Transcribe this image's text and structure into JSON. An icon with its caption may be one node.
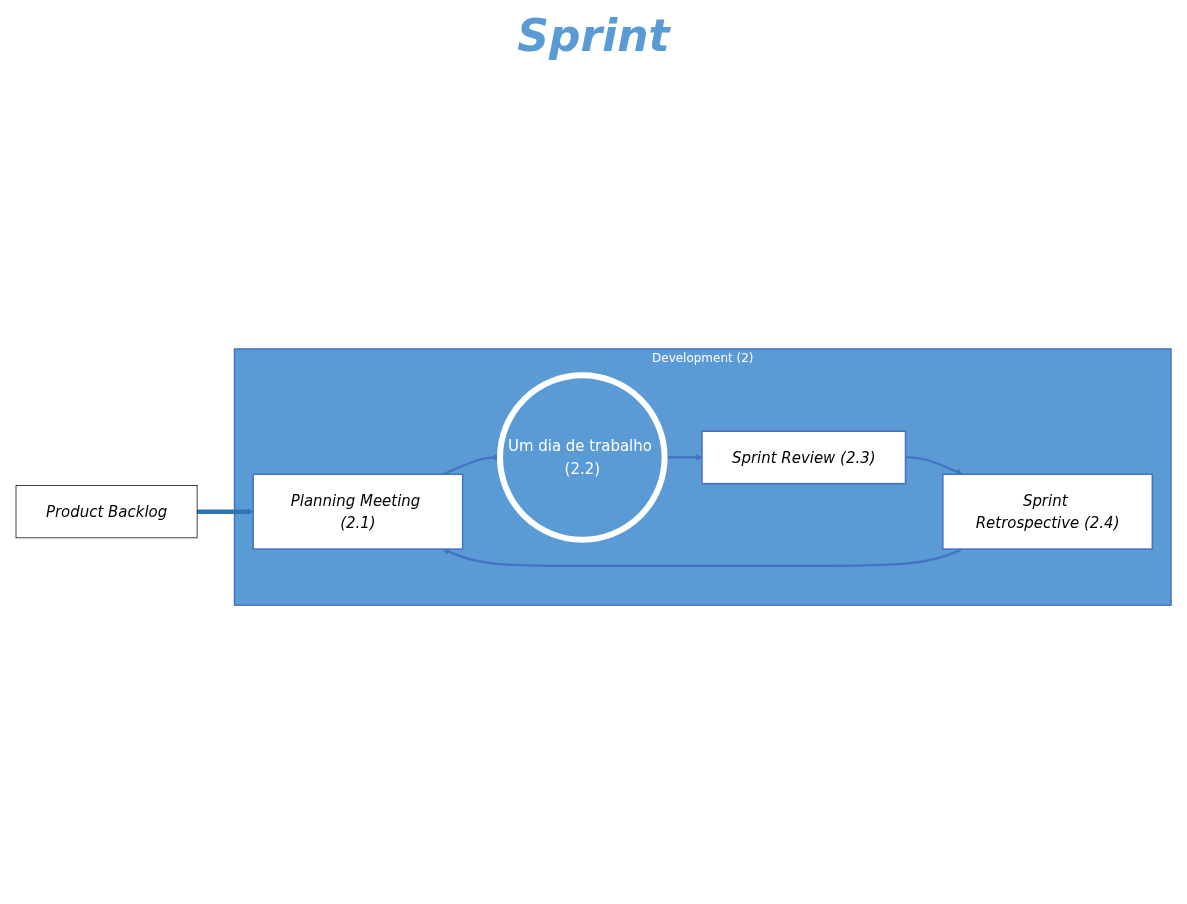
{
  "diagram": {
    "nodes": [
      {
        "text": [
          "Development (2)"
        ]
      },
      {
        "text": [
          "Product Backlog"
        ]
      },
      {
        "text": [
          "Planning Meeting (2.1)"
        ],
        "in": 0
      },
      {
        "text": [
          "Um dia de trabalho (2.2)"
        ],
        "in": 0
      },
      {
        "text": [
          "Sprint Review (2.3)"
        ],
        "in": 0
      },
      {
        "text": [
          "Sprint Retrospective (2.4)"
        ],
        "in": 0
      }
    ],
    "edges": [
      {
        "from": 1,
        "to": 2,
        "arrow": "to",
        "style": "thick",
        "color": "#2e75b6"
      },
      {
        "from": 2,
        "to": 3,
        "arrow": "to"
      },
      {
        "from": 3,
        "to": 4,
        "arrow": "to"
      },
      {
        "from": 4,
        "to": 5,
        "arrow": "to"
      },
      {
        "from": 5,
        "to": 2,
        "arrow": "to"
      }
    ],
    "labels": [
      "Sprint"
    ]
  }
}
